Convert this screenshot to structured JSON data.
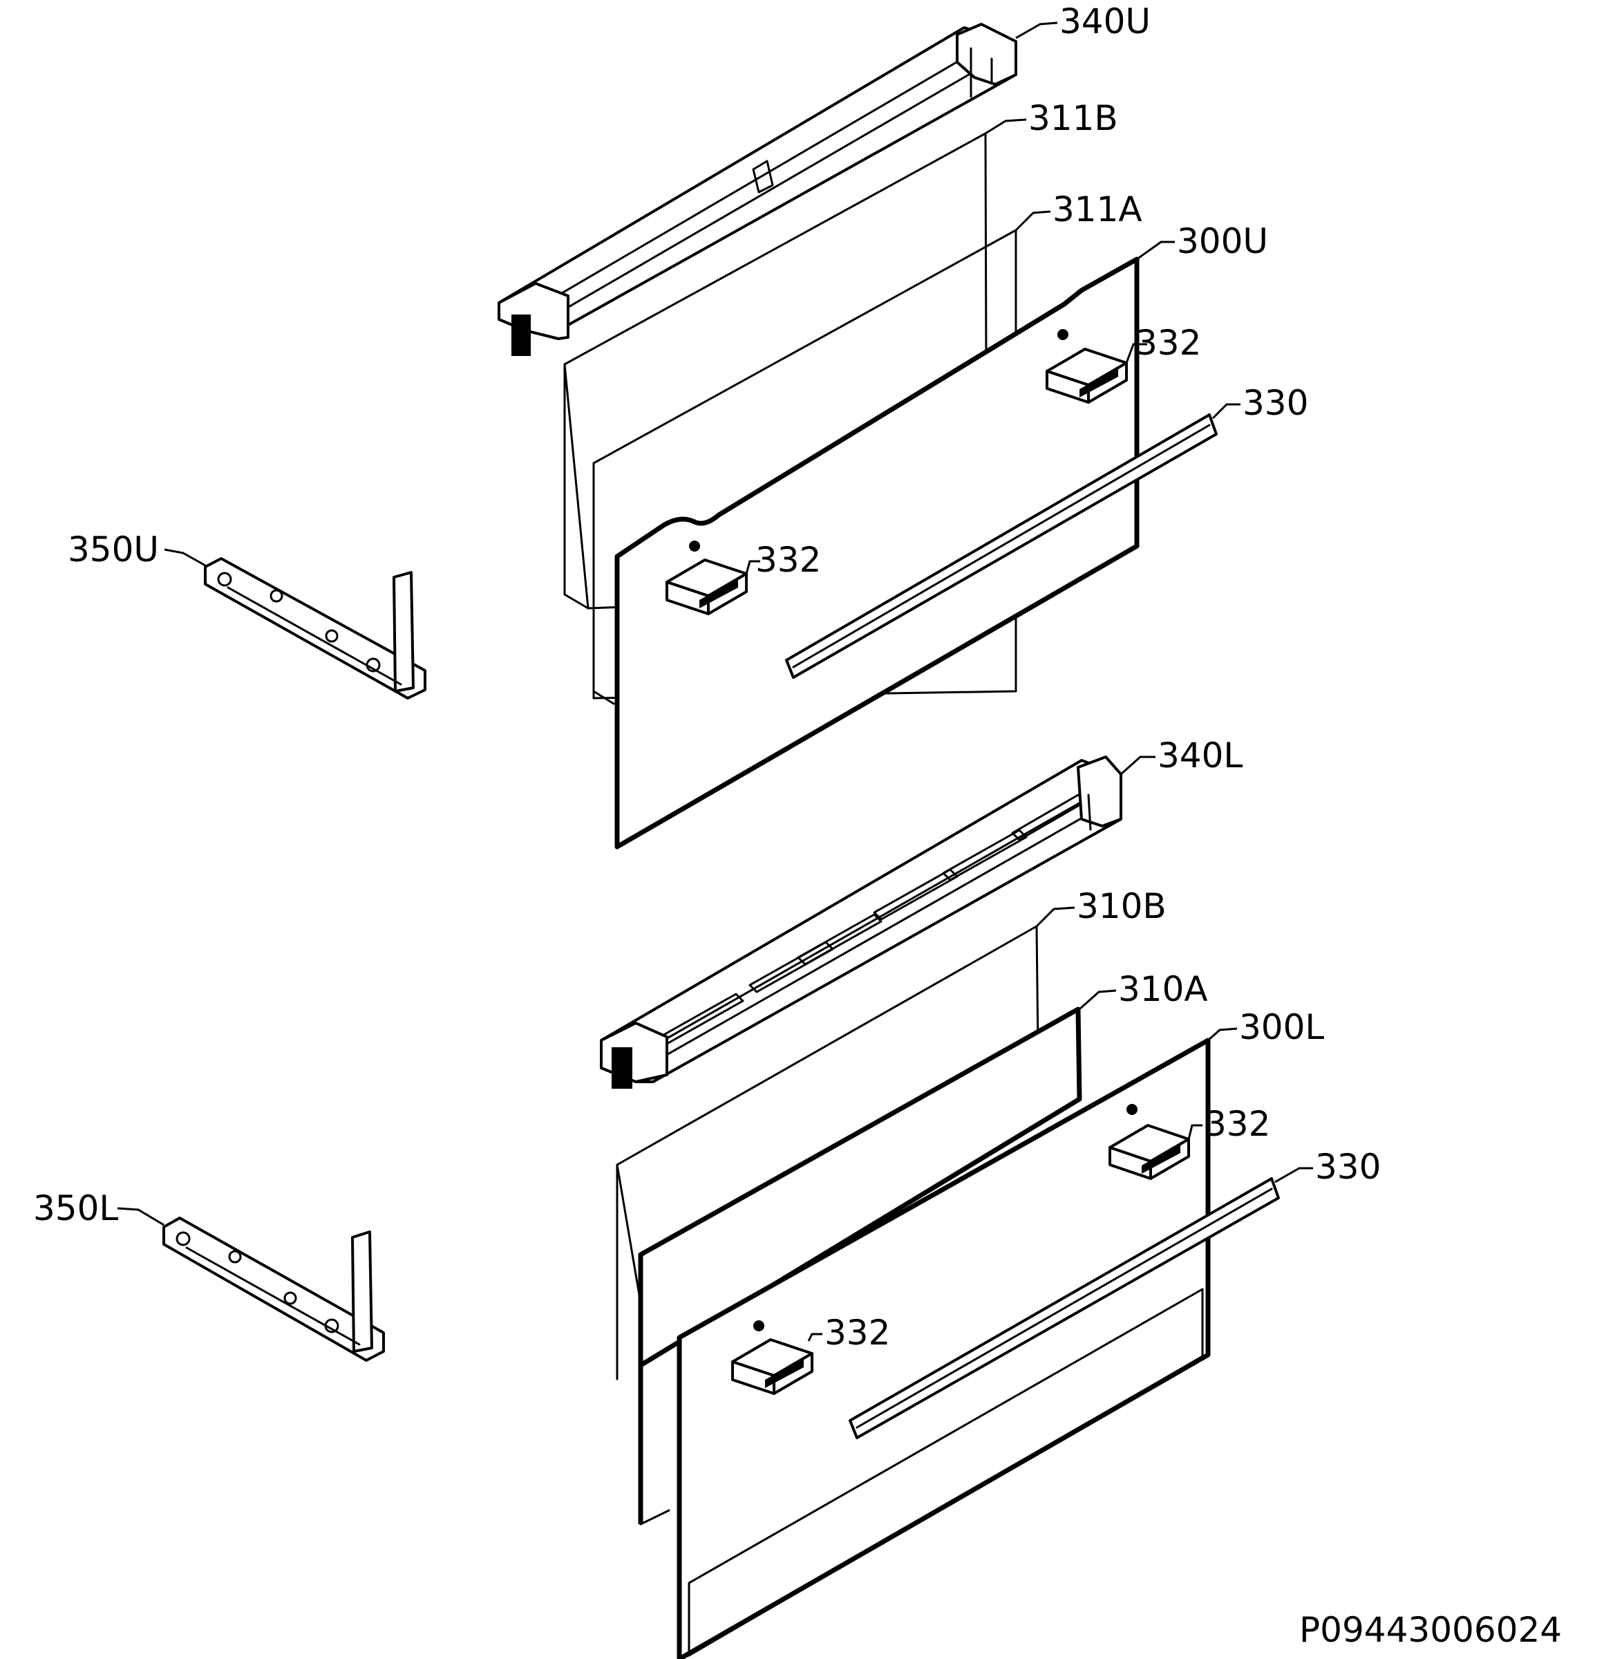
{
  "callouts": {
    "c340U": "340U",
    "c311B": "311B",
    "c311A": "311A",
    "c300U": "300U",
    "c332_u_right": "332",
    "c330_u": "330",
    "c350U": "350U",
    "c332_u_left": "332",
    "c340L": "340L",
    "c310B": "310B",
    "c310A": "310A",
    "c300L": "300L",
    "c332_l_right": "332",
    "c330_l": "330",
    "c350L": "350L",
    "c332_l_left": "332"
  },
  "drawing_number": "P09443006024"
}
